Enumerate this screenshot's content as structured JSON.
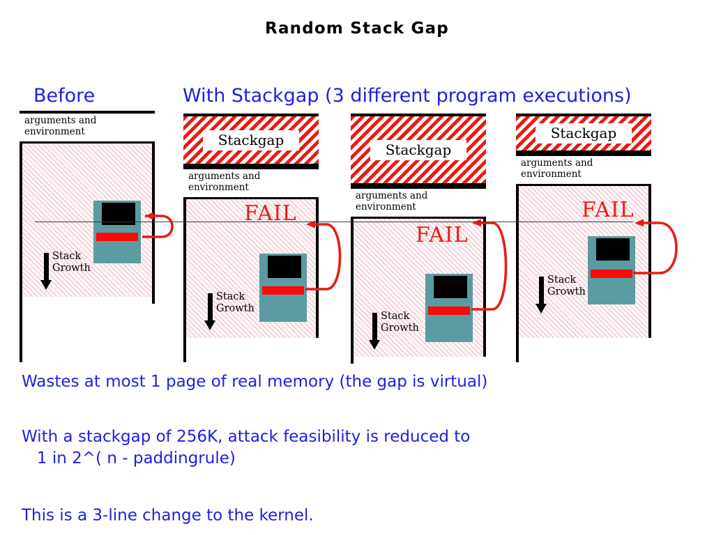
{
  "slide": {
    "title": "Random Stack Gap",
    "accent_blue": "#2020dd",
    "accent_red": "#e81c12",
    "teal": "#5a9ca1",
    "pink_hatch": "#e8bec6"
  },
  "headers": {
    "before": "Before",
    "with_stackgap": "With Stackgap  (3 different program executions)"
  },
  "labels": {
    "stackgap": "Stackgap",
    "args_env_line1": "arguments and",
    "args_env_line2": "environment",
    "stack_growth_line1": "Stack",
    "stack_growth_line2": "Growth",
    "fail": "FAIL"
  },
  "columns": [
    {
      "id": "before",
      "has_stackgap": false,
      "has_fail": false,
      "stackgap_label": "",
      "args_env": [
        "arguments and",
        "environment"
      ],
      "growth_label": [
        "Stack",
        "Growth"
      ]
    },
    {
      "id": "exec-1",
      "has_stackgap": true,
      "has_fail": true,
      "stackgap_label": "Stackgap",
      "args_env": [
        "arguments and",
        "environment"
      ],
      "growth_label": [
        "Stack",
        "Growth"
      ],
      "fail": "FAIL"
    },
    {
      "id": "exec-2",
      "has_stackgap": true,
      "has_fail": true,
      "stackgap_label": "Stackgap",
      "args_env": [
        "arguments and",
        "environment"
      ],
      "growth_label": [
        "Stack",
        "Growth"
      ],
      "fail": "FAIL"
    },
    {
      "id": "exec-3",
      "has_stackgap": true,
      "has_fail": true,
      "stackgap_label": "Stackgap",
      "args_env": [
        "arguments and",
        "environment"
      ],
      "growth_label": [
        "Stack",
        "Growth"
      ],
      "fail": "FAIL"
    }
  ],
  "bullets": {
    "line1": "Wastes at most 1 page of real memory (the gap is virtual)",
    "line2": "With a stackgap of 256K, attack feasibility is reduced to\n   1 in 2^( n - paddingrule)",
    "line3": "This is a 3-line change to the kernel."
  }
}
